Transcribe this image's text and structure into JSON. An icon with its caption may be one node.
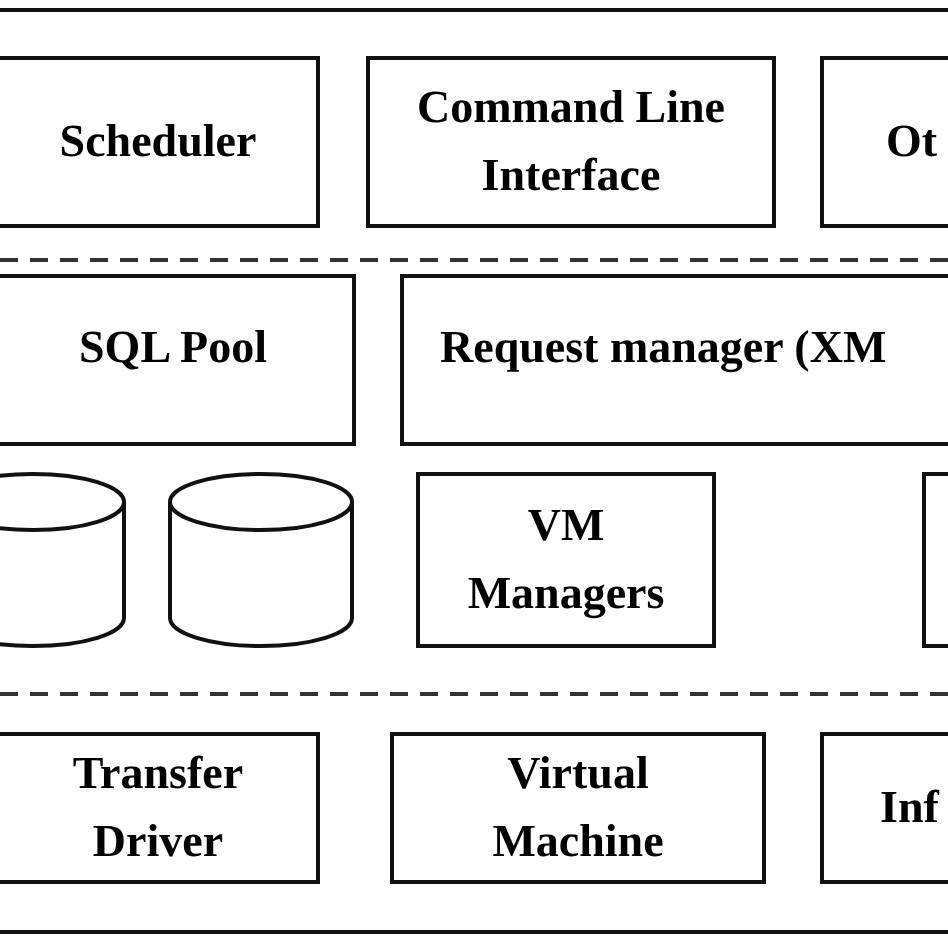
{
  "diagram": {
    "nodes": [
      {
        "text": [
          "Scheduler"
        ]
      },
      {
        "text": [
          "Command Line Interface"
        ]
      },
      {
        "text": [
          "Ot"
        ]
      },
      {
        "text": [
          "SQL Pool"
        ]
      },
      {
        "text": [
          "Request manager (XM"
        ]
      },
      {
        "text": [],
        "shape": "cylinder"
      },
      {
        "text": [],
        "shape": "cylinder"
      },
      {
        "text": [
          "VM Managers"
        ]
      },
      {
        "text": [],
        "shape": "box"
      },
      {
        "text": [
          "Transfer Driver"
        ]
      },
      {
        "text": [
          "Virtual Machine"
        ]
      },
      {
        "text": [
          "Inf"
        ]
      }
    ]
  }
}
